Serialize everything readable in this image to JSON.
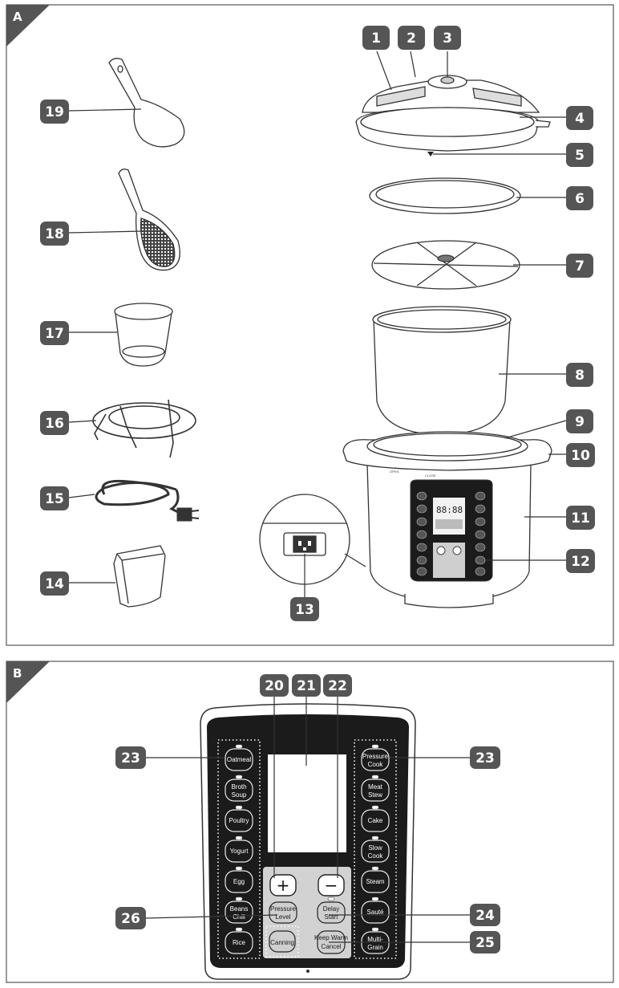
{
  "panel_a": {
    "section_label": "A",
    "callouts": [
      "1",
      "2",
      "3",
      "4",
      "5",
      "6",
      "7",
      "8",
      "9",
      "10",
      "11",
      "12",
      "13",
      "14",
      "15",
      "16",
      "17",
      "18",
      "19"
    ],
    "ring_labels": {
      "open": "OPEN",
      "close": "CLOSE"
    },
    "mini_display": "88:88"
  },
  "panel_b": {
    "section_label": "B",
    "callouts": {
      "c20": "20",
      "c21": "21",
      "c22": "22",
      "c23_left": "23",
      "c23_right": "23",
      "c24": "24",
      "c25": "25",
      "c26": "26"
    },
    "left_buttons": [
      {
        "l1": "Oatmeal",
        "l2": ""
      },
      {
        "l1": "Broth",
        "l2": "Soup"
      },
      {
        "l1": "Poultry",
        "l2": ""
      },
      {
        "l1": "Yogurt",
        "l2": ""
      },
      {
        "l1": "Egg",
        "l2": ""
      },
      {
        "l1": "Beans",
        "l2": "Chili"
      },
      {
        "l1": "Rice",
        "l2": ""
      }
    ],
    "right_buttons": [
      {
        "l1": "Pressure",
        "l2": "Cook"
      },
      {
        "l1": "Meat",
        "l2": "Stew"
      },
      {
        "l1": "Cake",
        "l2": ""
      },
      {
        "l1": "Slow",
        "l2": "Cook"
      },
      {
        "l1": "Steam",
        "l2": ""
      },
      {
        "l1": "Sauté",
        "l2": ""
      },
      {
        "l1": "Multi-",
        "l2": "Grain"
      }
    ],
    "center": {
      "plus": "+",
      "minus": "−",
      "pressure_level": [
        "Pressure",
        "Level"
      ],
      "delay_start": [
        "Delay",
        "Start"
      ],
      "canning": "Canning",
      "keep_warm": "Keep Warm",
      "cancel": "Cancel"
    }
  }
}
